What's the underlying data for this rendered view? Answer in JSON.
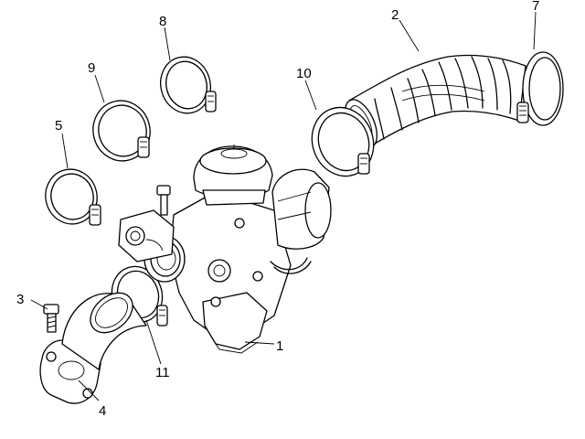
{
  "diagram": {
    "callouts": [
      {
        "id": "1",
        "label": "1"
      },
      {
        "id": "2",
        "label": "2"
      },
      {
        "id": "3",
        "label": "3"
      },
      {
        "id": "4",
        "label": "4"
      },
      {
        "id": "5",
        "label": "5"
      },
      {
        "id": "7",
        "label": "7"
      },
      {
        "id": "8",
        "label": "8"
      },
      {
        "id": "9",
        "label": "9"
      },
      {
        "id": "10",
        "label": "10"
      },
      {
        "id": "11",
        "label": "11"
      }
    ]
  }
}
